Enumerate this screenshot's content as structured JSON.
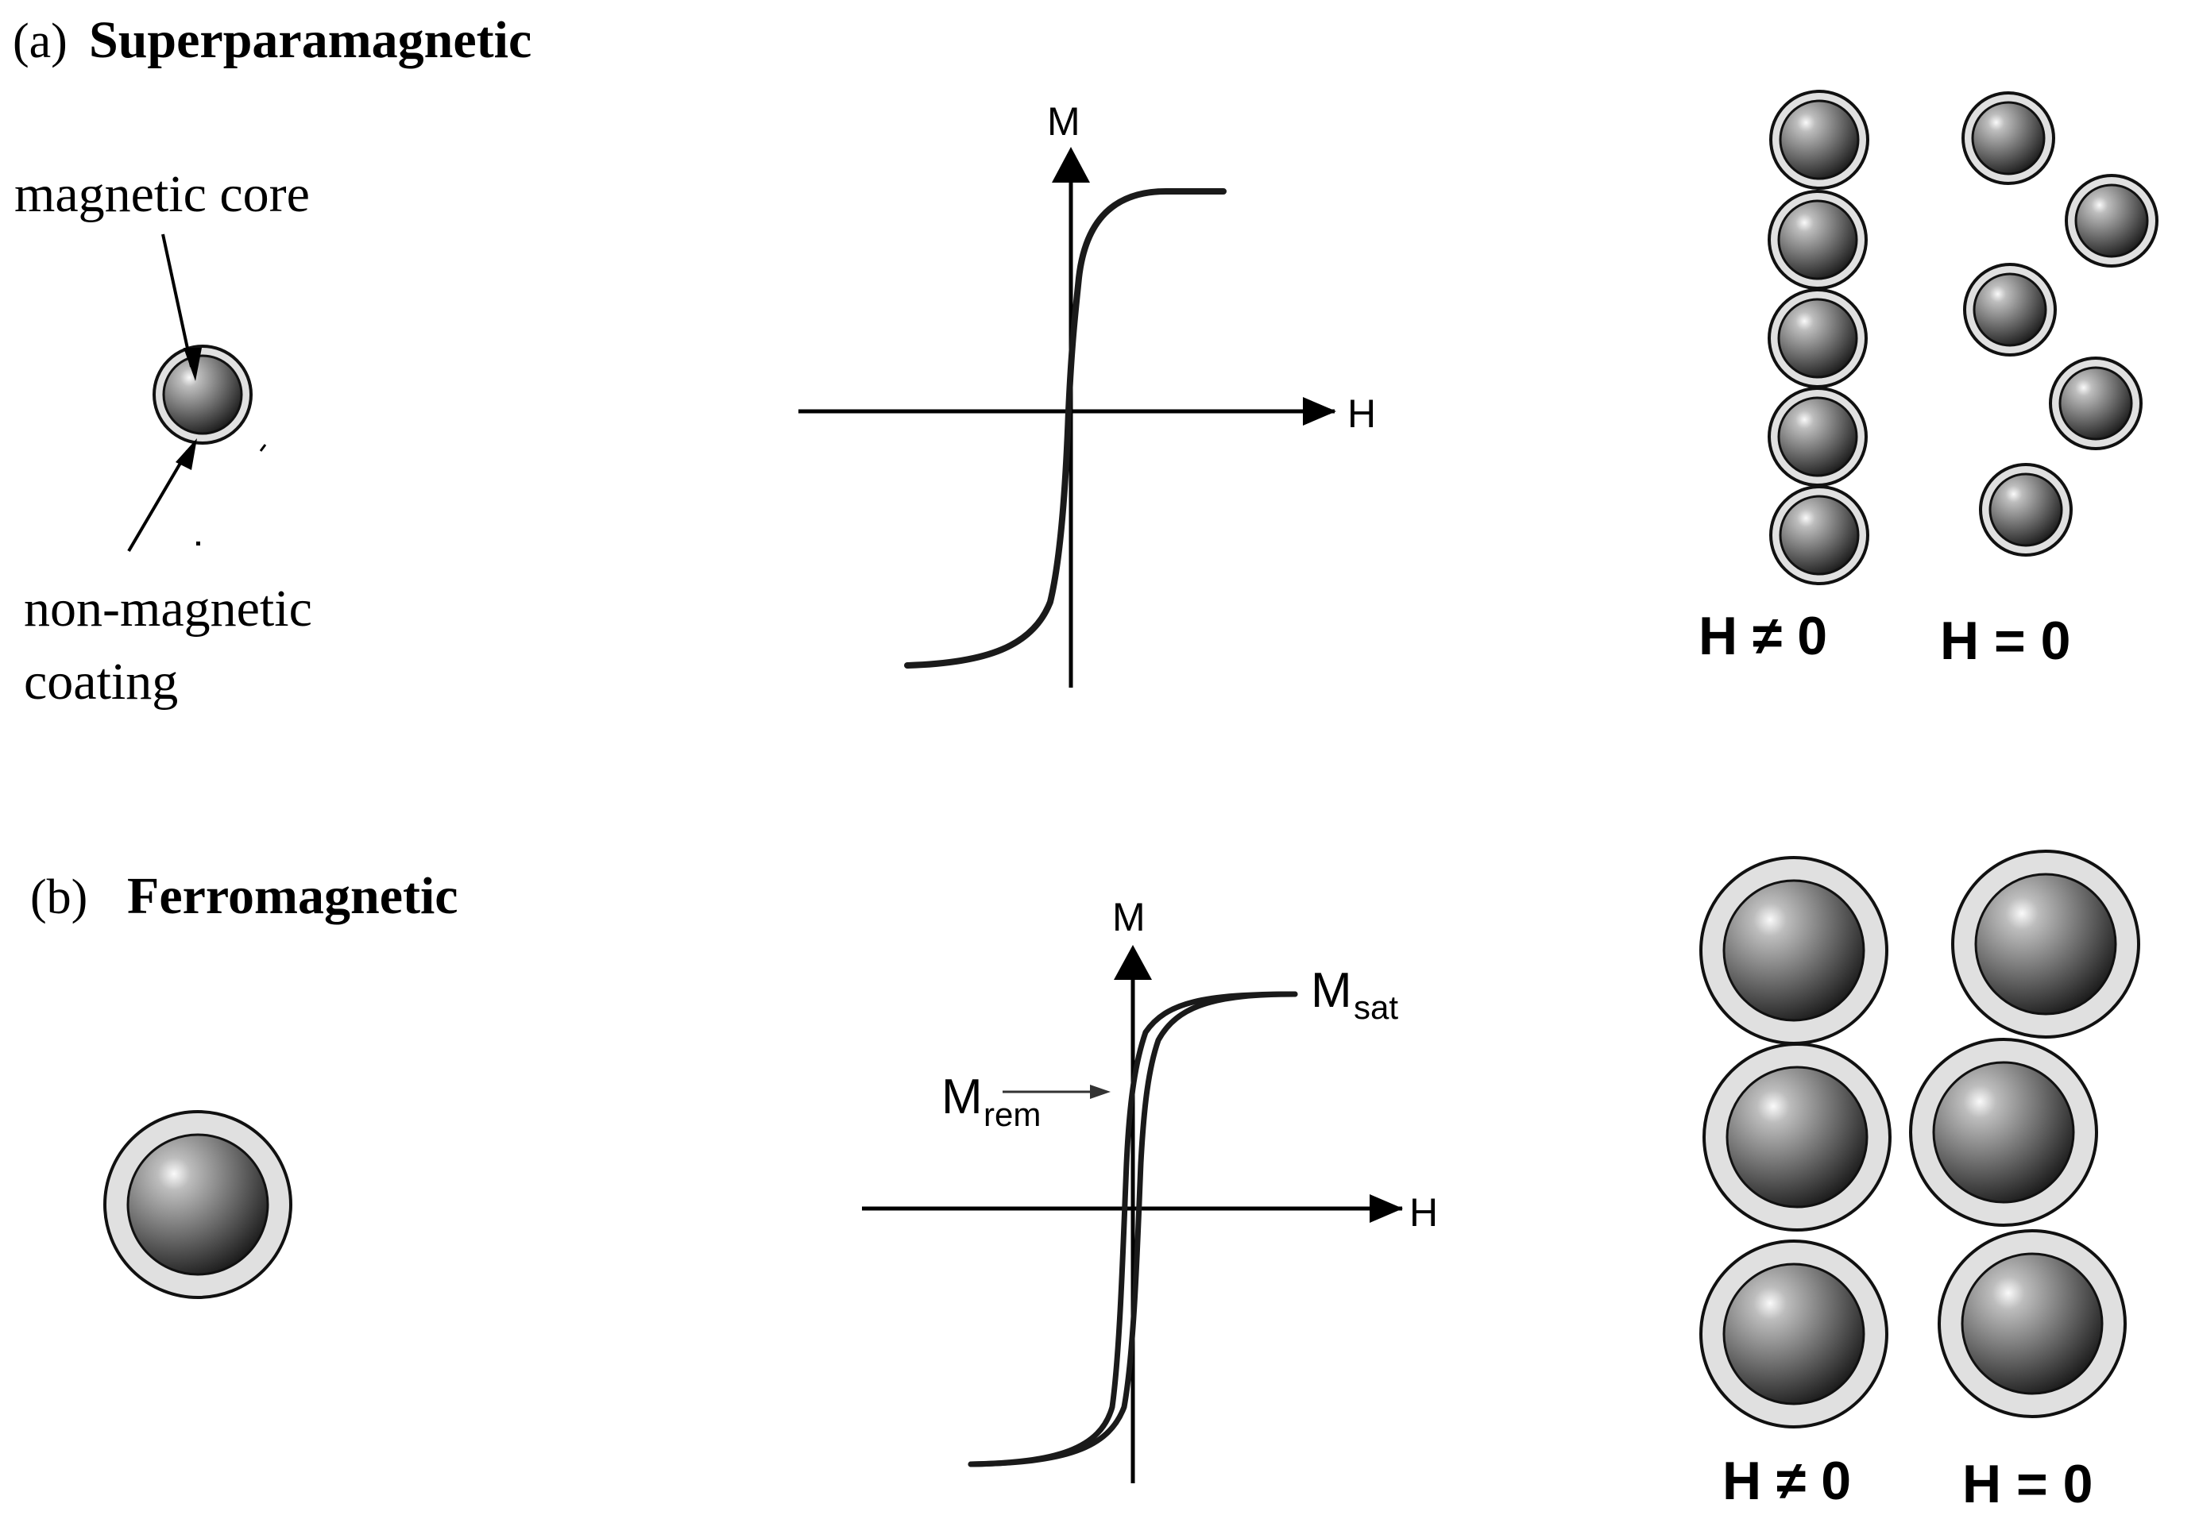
{
  "panel_a": {
    "letter": "(a)",
    "title": "Superparamagnetic",
    "core_label": "magnetic core",
    "coating_label_line1": "non-magnetic",
    "coating_label_line2": "coating",
    "graph": {
      "y_axis": "M",
      "x_axis": "H"
    },
    "field_on_label": "H ≠ 0",
    "field_off_label": "H = 0"
  },
  "panel_b": {
    "letter": "(b)",
    "title": "Ferromagnetic",
    "graph": {
      "y_axis": "M",
      "x_axis": "H",
      "sat_main": "M",
      "sat_sub": "sat",
      "rem_main": "M",
      "rem_sub": "rem"
    },
    "field_on_label": "H ≠ 0",
    "field_off_label": "H = 0"
  }
}
